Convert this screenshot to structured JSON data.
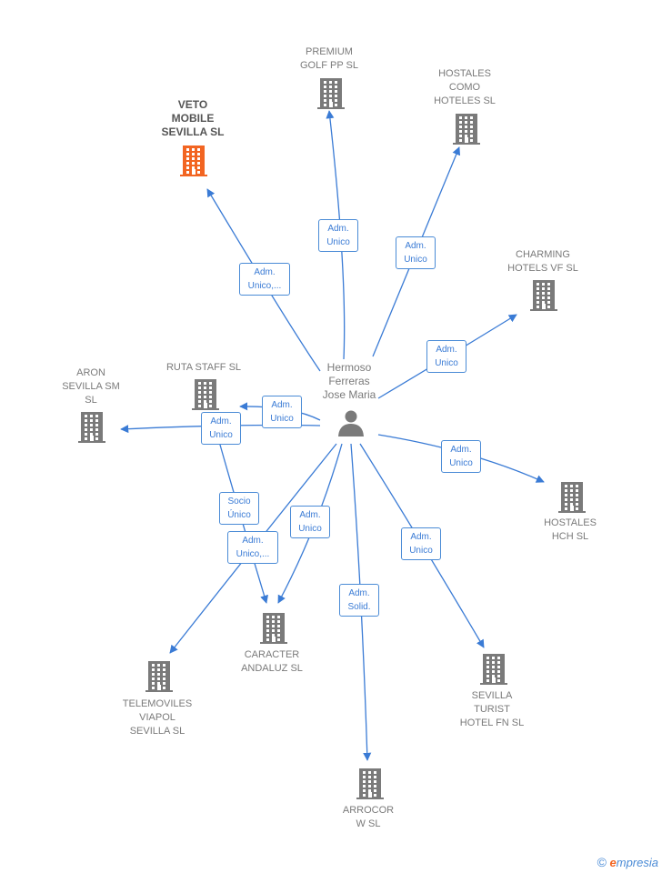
{
  "center_person": {
    "name": "Hermoso\nFerreras\nJose Maria"
  },
  "companies": [
    {
      "id": "veto",
      "name": "VETO\nMOBILE\nSEVILLA  SL",
      "highlight": true
    },
    {
      "id": "premium",
      "name": "PREMIUM\nGOLF PP  SL"
    },
    {
      "id": "hostales_como",
      "name": "HOSTALES\nCOMO\nHOTELES SL"
    },
    {
      "id": "charming",
      "name": "CHARMING\nHOTELS VF  SL"
    },
    {
      "id": "ruta",
      "name": "RUTA STAFF SL"
    },
    {
      "id": "aron",
      "name": "ARON\nSEVILLA SM\nSL"
    },
    {
      "id": "hch",
      "name": "HOSTALES\nHCH SL"
    },
    {
      "id": "caracter",
      "name": "CARACTER\nANDALUZ SL"
    },
    {
      "id": "telemoviles",
      "name": "TELEMOVILES\nVIAPOL\nSEVILLA  SL"
    },
    {
      "id": "sevilla_turist",
      "name": "SEVILLA\nTURIST\nHOTEL FN  SL"
    },
    {
      "id": "arrocor",
      "name": "ARROCOR\nW  SL"
    }
  ],
  "edges": [
    {
      "to": "veto",
      "label": "Adm.\nUnico,..."
    },
    {
      "to": "premium",
      "label": "Adm.\nUnico"
    },
    {
      "to": "hostales_como",
      "label": "Adm.\nUnico"
    },
    {
      "to": "charming",
      "label": "Adm.\nUnico"
    },
    {
      "to": "ruta",
      "label": "Adm.\nUnico"
    },
    {
      "to": "aron",
      "label": "Adm.\nUnico"
    },
    {
      "to": "hch",
      "label": "Adm.\nUnico"
    },
    {
      "to": "caracter",
      "label": "Adm.\nUnico"
    },
    {
      "to": "caracter",
      "label": "Socio\nÚnico"
    },
    {
      "to": "telemoviles",
      "label": "Adm.\nUnico,..."
    },
    {
      "to": "sevilla_turist",
      "label": "Adm.\nUnico"
    },
    {
      "to": "arrocor",
      "label": "Adm.\nSolid."
    }
  ],
  "colors": {
    "edge": "#3a7bd5",
    "building": "#7a7a7a",
    "highlight": "#f26522",
    "person": "#7a7a7a"
  },
  "footer": {
    "copyright_symbol": "©",
    "brand_initial": "e",
    "brand_rest": "mpresia"
  }
}
